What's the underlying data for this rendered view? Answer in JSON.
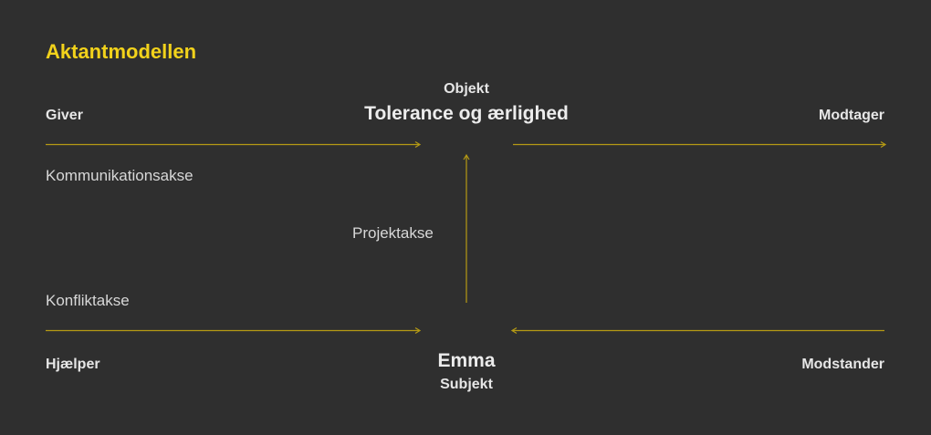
{
  "title": "Aktantmodellen",
  "accent_color": "#f2d21b",
  "objekt": {
    "role": "Objekt",
    "name": "Tolerance og ærlighed"
  },
  "subjekt": {
    "role": "Subjekt",
    "name": "Emma"
  },
  "giver": "Giver",
  "modtager": "Modtager",
  "hjaelper": "Hjælper",
  "modstander": "Modstander",
  "axes": {
    "kommunikation": "Kommunikationsakse",
    "projekt": "Projektakse",
    "konflikt": "Konfliktakse"
  }
}
